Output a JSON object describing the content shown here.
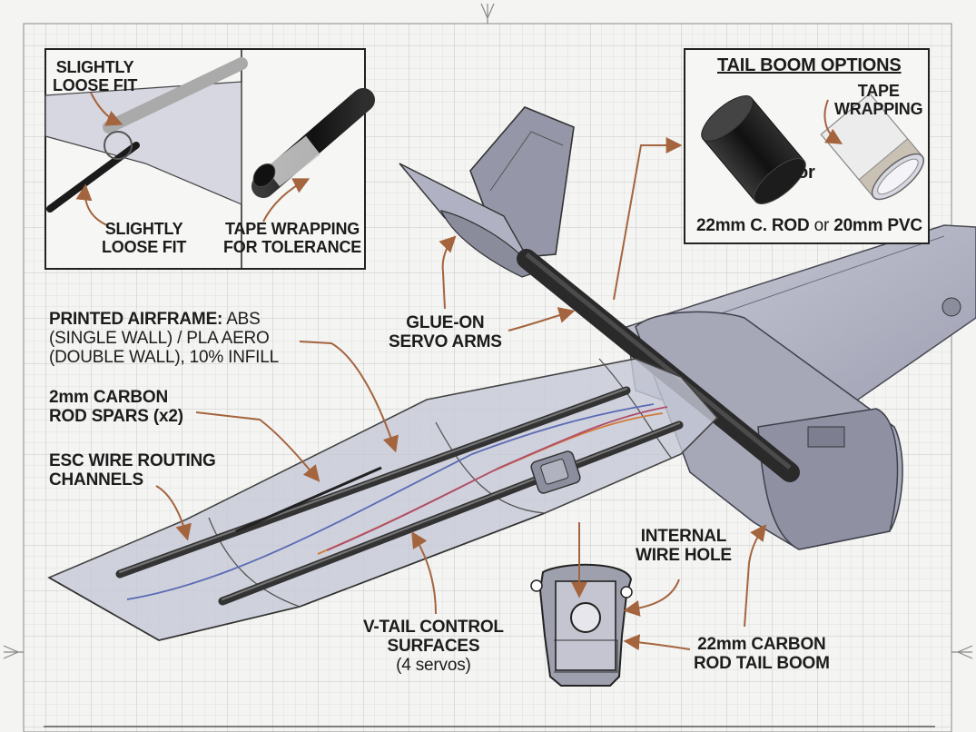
{
  "inset_fit": {
    "top_label": [
      "SLIGHTLY",
      "LOOSE FIT"
    ],
    "bottom_left_label": [
      "SLIGHTLY",
      "LOOSE FIT"
    ],
    "bottom_right_label": [
      "TAPE WRAPPING",
      "FOR TOLERANCE"
    ]
  },
  "tail_boom_options": {
    "title": "TAIL BOOM OPTIONS",
    "tape_label": [
      "TAPE",
      "WRAPPING"
    ],
    "or_label": "or",
    "footer_a": "22mm C. ROD",
    "footer_or": "or",
    "footer_b": "20mm PVC"
  },
  "callouts": {
    "printed_airframe_bold": "PRINTED AIRFRAME:",
    "printed_airframe_rest": " ABS",
    "printed_airframe_lines": [
      "(SINGLE WALL) / PLA AERO",
      "(DOUBLE WALL), 10% INFILL"
    ],
    "carbon_spars": [
      "2mm CARBON",
      "ROD SPARS (x2)"
    ],
    "esc_wire": [
      "ESC WIRE ROUTING",
      "CHANNELS"
    ],
    "glue_on_servo": [
      "GLUE-ON",
      "SERVO ARMS"
    ],
    "vtail_control": [
      "V-TAIL CONTROL",
      "SURFACES"
    ],
    "vtail_servos": "(4 servos)",
    "internal_wire_hole": [
      "INTERNAL",
      "WIRE HOLE"
    ],
    "tail_boom": [
      "22mm CARBON",
      "ROD TAIL BOOM"
    ]
  },
  "colors": {
    "arrow": "#a4643e",
    "grid": "#d6d6d6",
    "outline": "#1c1c1c",
    "airframe": "#9a9cae",
    "carbon": "#2a2a2a"
  }
}
